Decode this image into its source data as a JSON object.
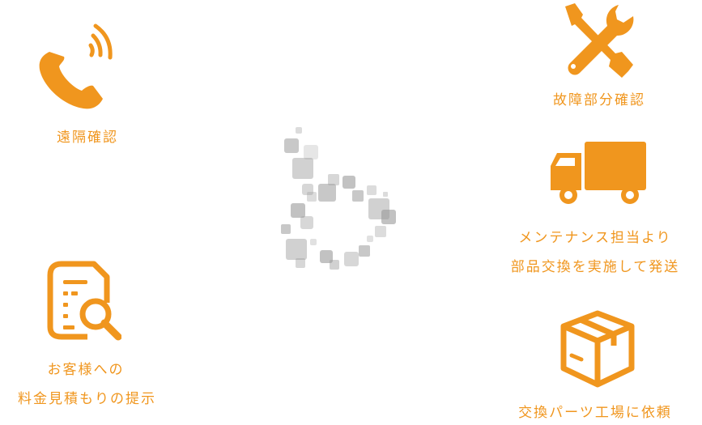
{
  "accent_color": "#F0961E",
  "logo_color": "#9a9a9a",
  "steps": {
    "remote_check": {
      "icon": "phone-icon",
      "label": "遠隔確認"
    },
    "fault_check": {
      "icon": "tools-icon",
      "label": "故障部分確認"
    },
    "quote": {
      "icon": "document-search-icon",
      "line1": "お客様への",
      "line2": "料金見積もりの提示"
    },
    "shipping": {
      "icon": "truck-icon",
      "line1": "メンテナンス担当より",
      "line2": "部品交換を実施して発送"
    },
    "factory_request": {
      "icon": "box-icon",
      "label": "交換パーツ工場に依頼"
    }
  }
}
